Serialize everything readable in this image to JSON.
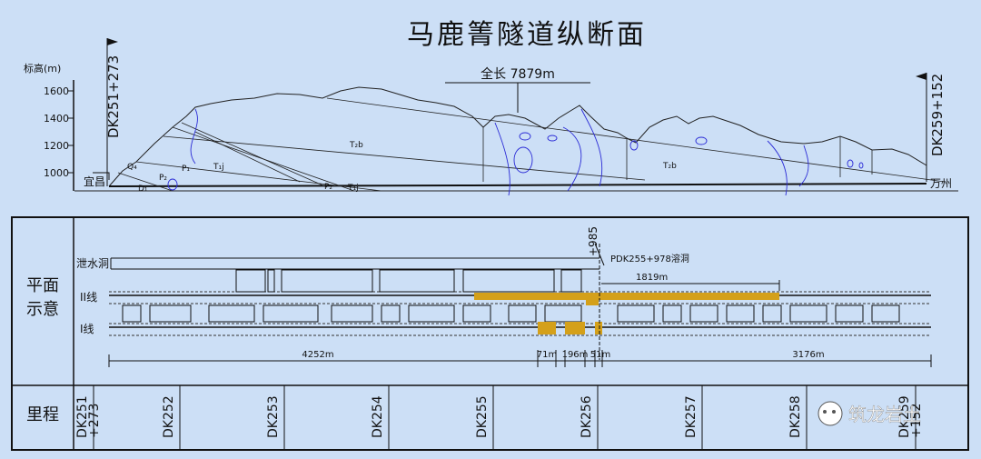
{
  "title": "马鹿箐隧道纵断面",
  "profile": {
    "ylabel": "标高(m)",
    "elevations": [
      "1600",
      "1400",
      "1200",
      "1000"
    ],
    "start_station": "DK251+273",
    "end_station": "DK259+152",
    "start_place": "宜昌",
    "end_place": "万州",
    "total_length": "全长  7879m",
    "strata": [
      "T₂b",
      "T₂b",
      "T₁j",
      "T₁j",
      "P₁",
      "P₂",
      "P₂",
      "Q₄",
      "D₁"
    ]
  },
  "plan": {
    "section_label": [
      "平面",
      "示意"
    ],
    "drain_tunnel_label": "泄水洞",
    "line2_label": "II线",
    "line1_label": "I线",
    "plus985": "+985",
    "cave_label": "PDK255+978溶洞",
    "dim_1819": "1819m",
    "dim_4252": "4252m",
    "dim_71": "71m",
    "dim_196": "196m",
    "dim_51": "51m",
    "dim_3176": "3176m",
    "accent_color": "#d4a01a"
  },
  "mileage": {
    "label": "里程",
    "stations": [
      "DK251\n+273",
      "DK252",
      "DK253",
      "DK254",
      "DK255",
      "DK256",
      "DK257",
      "DK258",
      "DK259\n+152"
    ]
  },
  "watermark": "筑龙岩土"
}
